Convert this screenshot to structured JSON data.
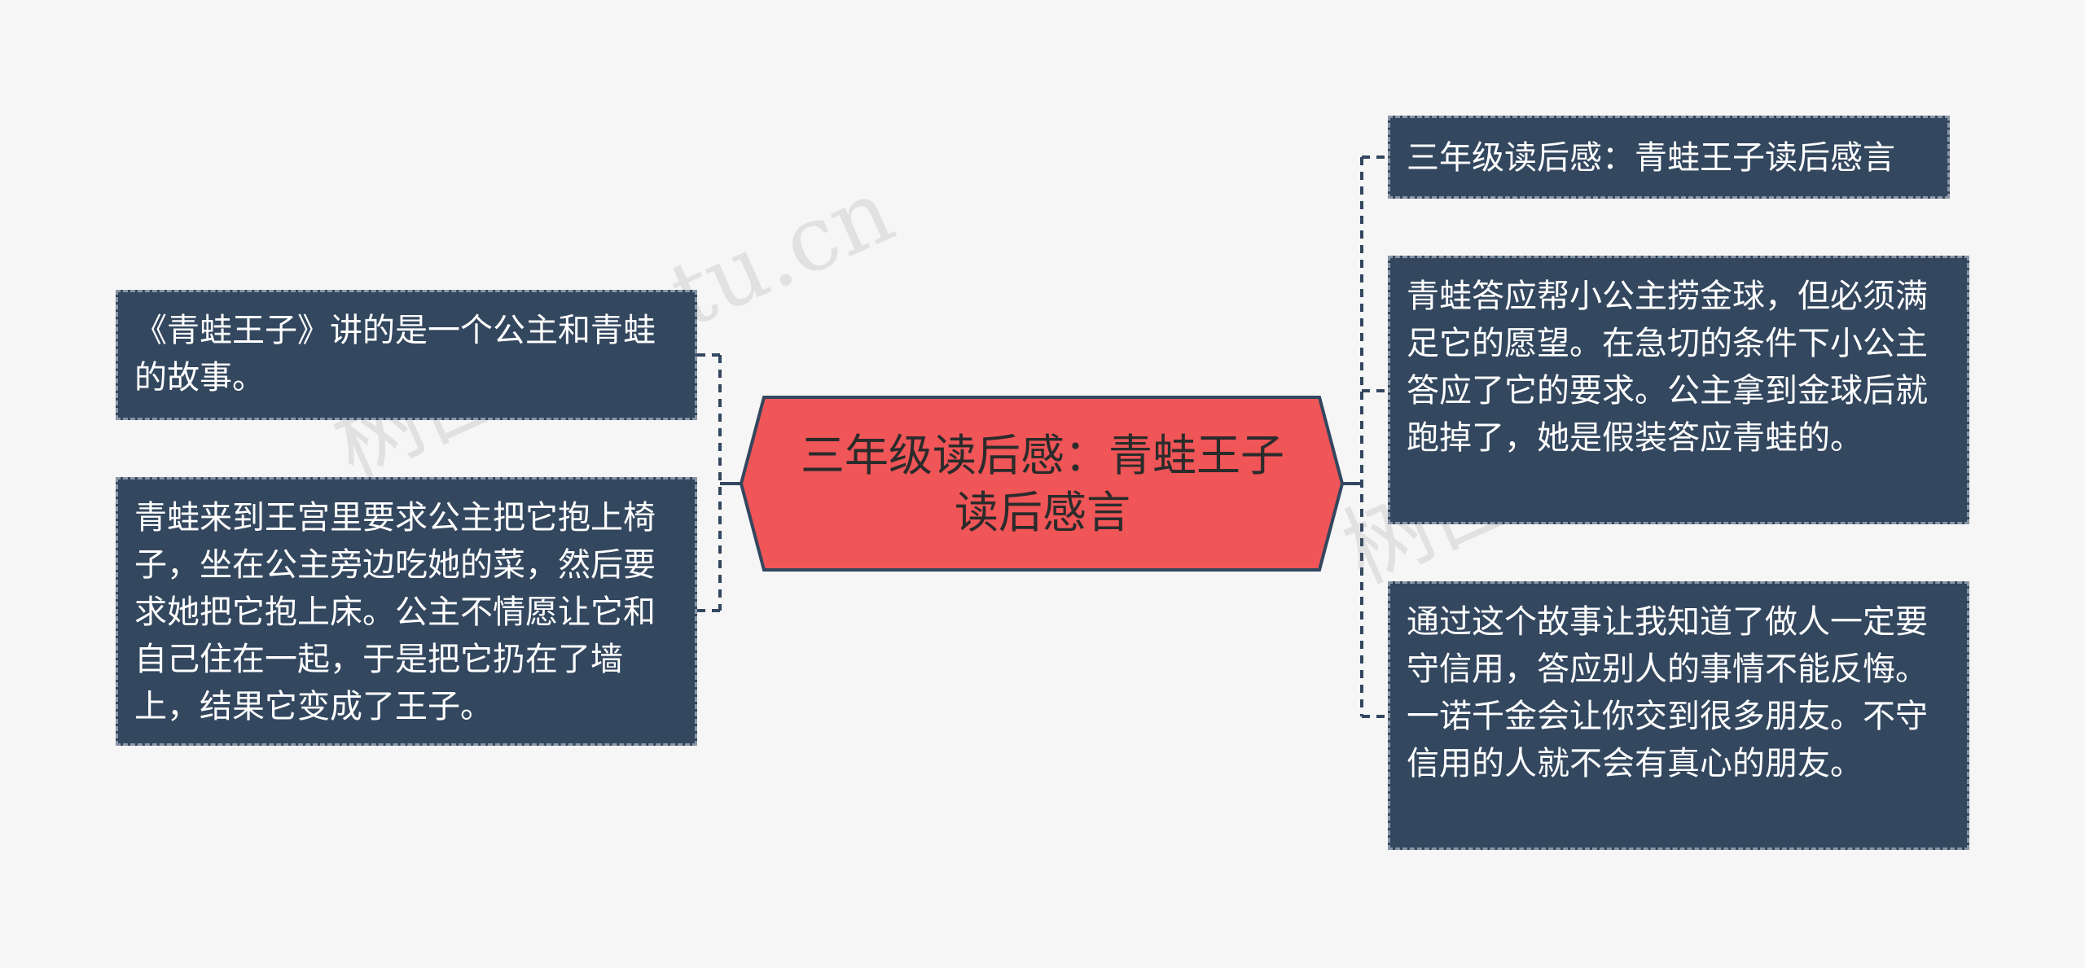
{
  "root": {
    "label": "三年级读后感：青蛙王子读后感言"
  },
  "left_nodes": [
    {
      "text": "《青蛙王子》讲的是一个公主和青蛙的故事。"
    },
    {
      "text": "青蛙来到王宫里要求公主把它抱上椅子，坐在公主旁边吃她的菜，然后要求她把它抱上床。公主不情愿让它和自己住在一起，于是把它扔在了墙上，结果它变成了王子。"
    }
  ],
  "right_nodes": [
    {
      "text": "三年级读后感：青蛙王子读后感言"
    },
    {
      "text": "青蛙答应帮小公主捞金球，但必须满足它的愿望。在急切的条件下小公主答应了它的要求。公主拿到金球后就跑掉了，她是假装答应青蛙的。"
    },
    {
      "text": "通过这个故事让我知道了做人一定要守信用，答应别人的事情不能反悔。一诺千金会让你交到很多朋友。不守信用的人就不会有真心的朋友。"
    }
  ],
  "colors": {
    "background": "#f6f6f6",
    "root_fill": "#f05557",
    "root_border": "#33475f",
    "node_fill": "#33475f",
    "node_text": "#ffffff",
    "connector": "#33475f"
  },
  "watermarks": [
    "树图 shutu.cn",
    "树图"
  ]
}
